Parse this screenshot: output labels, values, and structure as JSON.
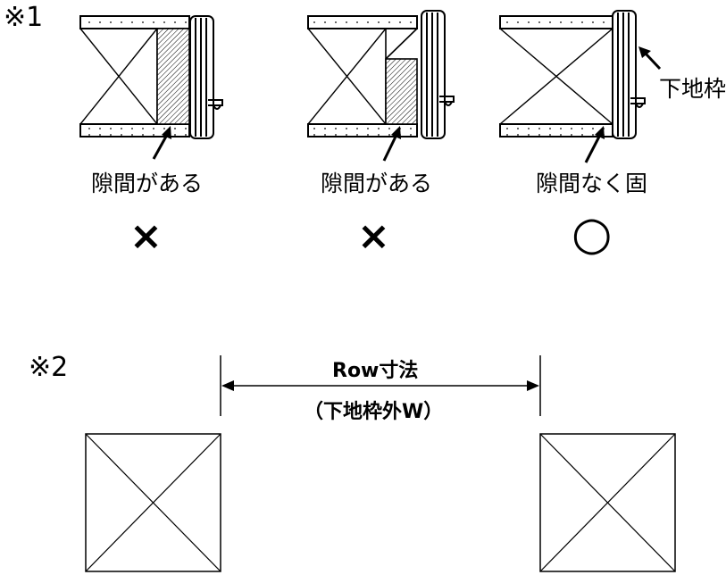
{
  "note1": "※1",
  "note2": "※2",
  "callout_label": "下地枠",
  "panels": [
    {
      "caption": "隙間がある",
      "verdict": "×"
    },
    {
      "caption": "隙間がある",
      "verdict": "×"
    },
    {
      "caption": "隙間なく固",
      "verdict": "○"
    }
  ],
  "dimension": {
    "label": "Row寸法",
    "sublabel": "（下地枠外W）"
  }
}
